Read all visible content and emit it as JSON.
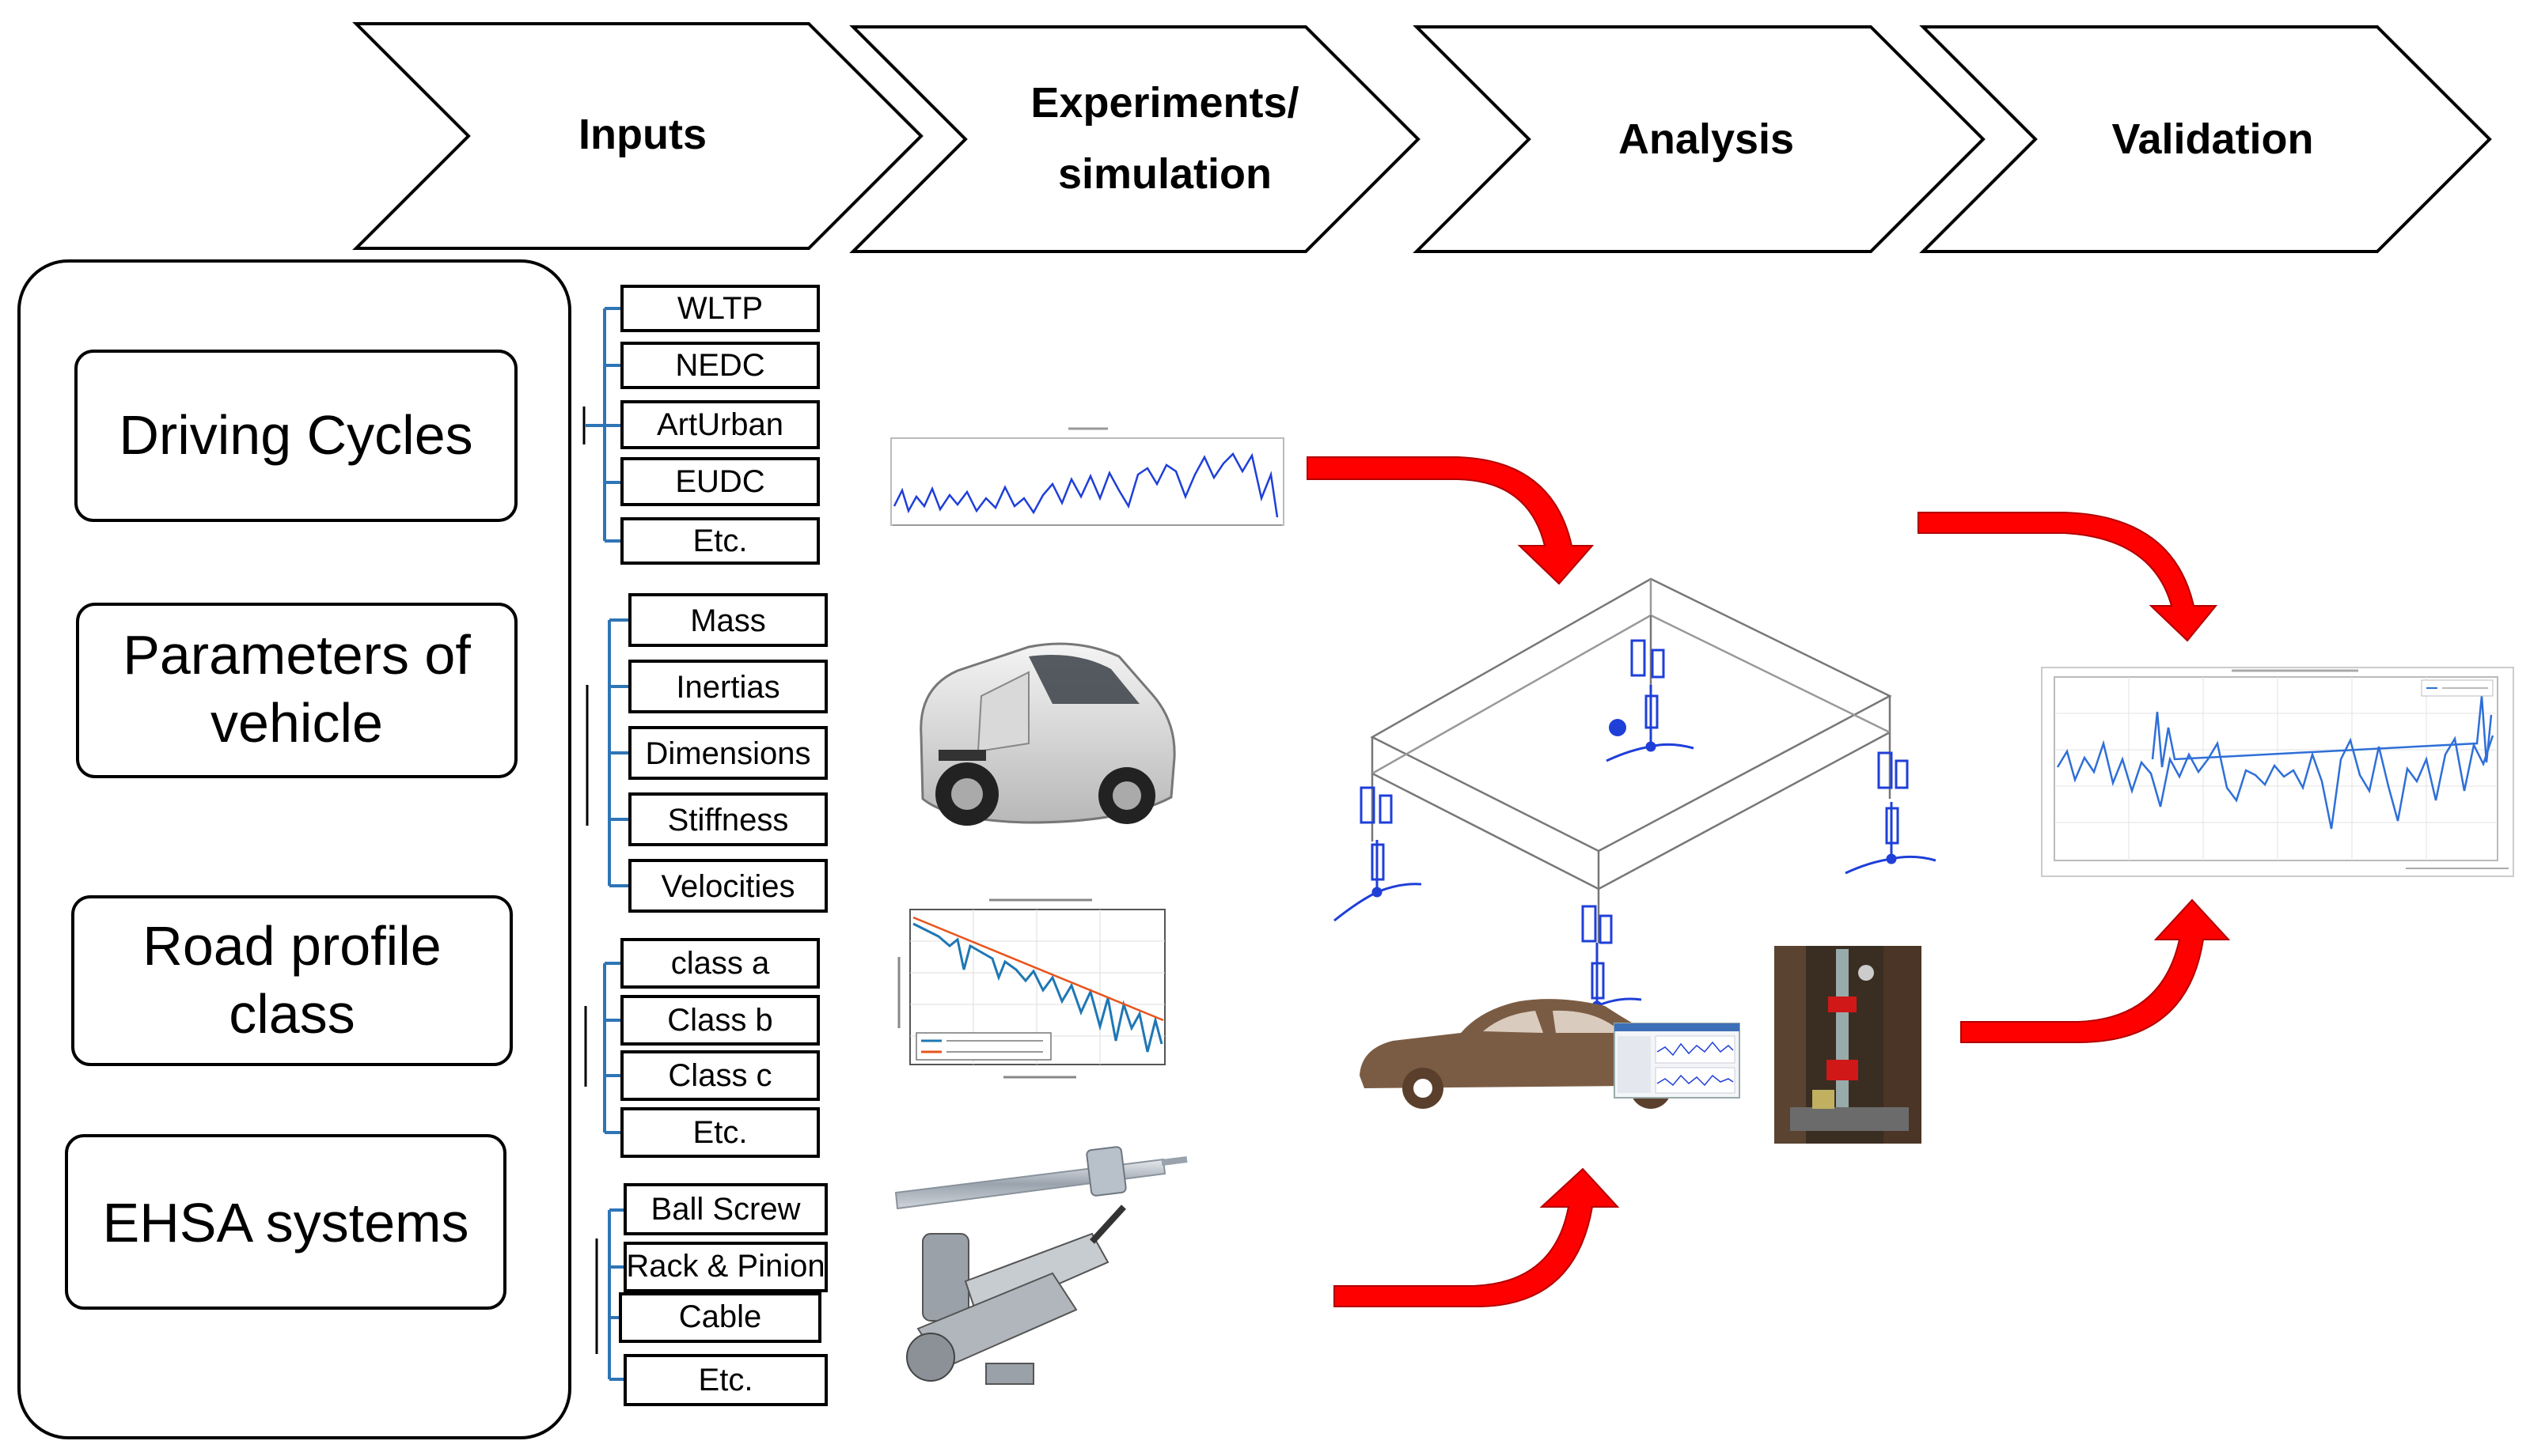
{
  "stages": [
    "Inputs",
    "Experiments/",
    "simulation",
    "Analysis",
    "Validation"
  ],
  "categories": {
    "driving_cycles": [
      "Driving Cycles"
    ],
    "vehicle_params": [
      "Parameters of",
      "vehicle"
    ],
    "road_profile": [
      "Road profile",
      "class"
    ],
    "ehsa": [
      "EHSA systems"
    ]
  },
  "driving_cycle_items": [
    "WLTP",
    "NEDC",
    "ArtUrban",
    "EUDC",
    "Etc."
  ],
  "vehicle_param_items": [
    "Mass",
    "Inertias",
    "Dimensions",
    "Stiffness",
    "Velocities"
  ],
  "road_profile_items": [
    "class a",
    "Class b",
    "Class c",
    "Etc."
  ],
  "ehsa_items": [
    "Ball Screw",
    "Rack & Pinion",
    "Cable",
    "Etc."
  ],
  "colors": {
    "arrow_red": "#ff0000",
    "tree_line": "#2e75b6",
    "signal_blue": "#1f3fd8",
    "sedan_brown": "#7a5c44"
  },
  "icons": [
    "driving-cycle-plot-thumbnail",
    "vehicle-photo-thumbnail",
    "road-psd-plot-thumbnail",
    "ball-screw-thumbnail",
    "actuator-thumbnail",
    "quarter-car-model-diagram",
    "sedan-icon",
    "software-screenshot-thumbnail",
    "test-rig-photo",
    "validation-plot-thumbnail"
  ]
}
